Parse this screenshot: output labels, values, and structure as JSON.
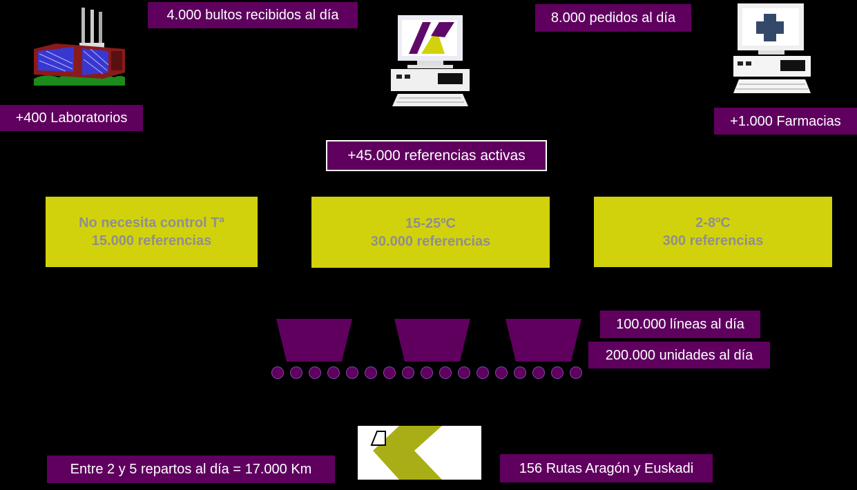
{
  "colors": {
    "purple": "#5f005f",
    "yellow": "#d2d20c",
    "grey_text": "#8f8f8f",
    "background": "#000000"
  },
  "labels": {
    "received": "4.000 bultos recibidos al día",
    "labs": "+400 Laboratorios",
    "orders": "8.000 pedidos al día",
    "pharmacies": "+1.000 Farmacias",
    "active_refs": "+45.000 referencias activas",
    "lines": "100.000 líneas al día",
    "units": "200.000 unidades al día",
    "deliveries": "Entre 2 y 5 repartos al día = 17.000 Km",
    "routes": "156 Rutas Aragón y Euskadi"
  },
  "storage": [
    {
      "line1": "No necesita control Tª",
      "line2": "15.000 referencias"
    },
    {
      "line1": "15-25ºC",
      "line2": "30.000 referencias"
    },
    {
      "line1": "2-8ºC",
      "line2": "300 referencias"
    }
  ],
  "icons": [
    "factory-icon",
    "computer-logo-icon",
    "pharmacy-computer-icon",
    "picking-bin-icon",
    "conveyor-roller-icon",
    "brand-chevron-logo-icon"
  ]
}
